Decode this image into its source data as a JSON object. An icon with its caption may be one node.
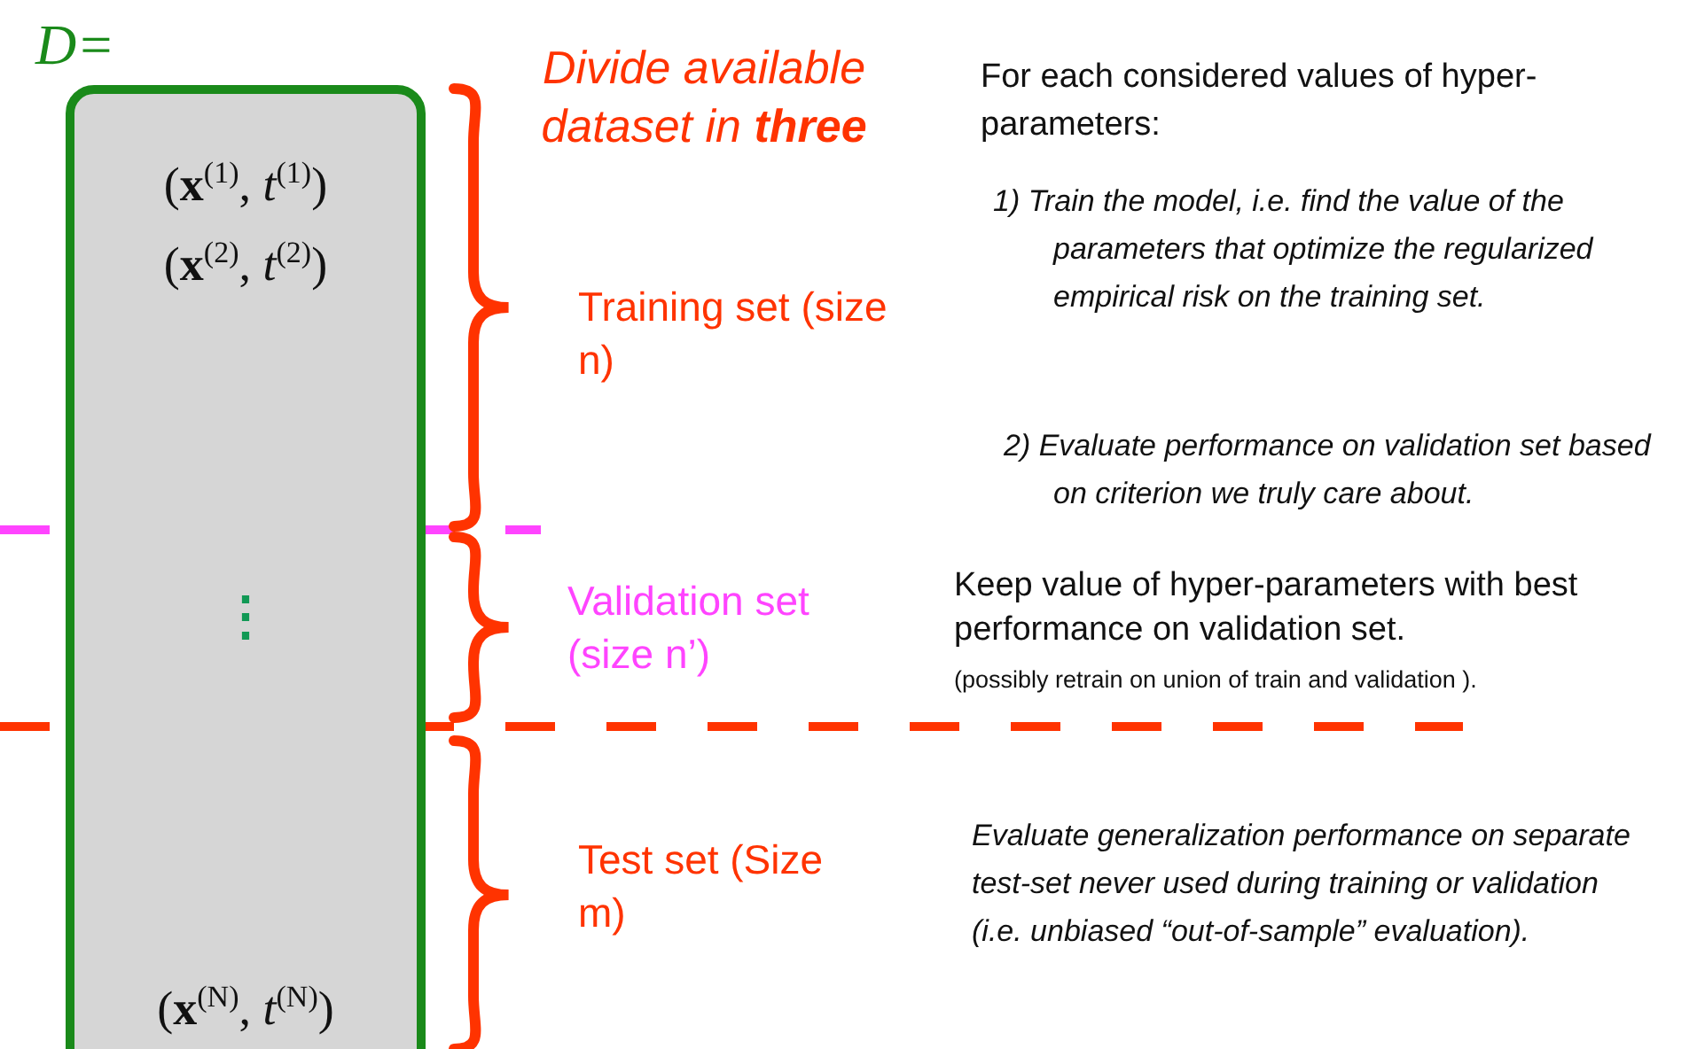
{
  "diagram": {
    "nodes": [
      {
        "text": [
          "D=",
          "(**x**$^{(1)}$, *t*$^{(1)}$)",
          "(**x**$^{(2)}$, *t*$^{(2)}$)",
          "⋮",
          "(**x**$^{(N)}$, *t*$^{(N)}$)"
        ]
      }
    ],
    "edges": [],
    "labels": [
      "Divide available dataset in **three**",
      "Training set (size n)",
      "Validation set (size n’)",
      "Test set (Size m)",
      "For each considered values of hyper-parameters:",
      "1) Train the model, i.e. find the value of the parameters that optimize the regularized empirical risk on the training set.",
      "2) Evaluate performance on validation set based on criterion we truly care about.",
      "Keep value of hyper-parameters with best performance on validation set.",
      "(possibly retrain on union of train and validation ).",
      "Evaluate generalization performance on separate test-set never used during training or validation (i.e. unbiased “out-of-sample” evaluation)."
    ]
  }
}
